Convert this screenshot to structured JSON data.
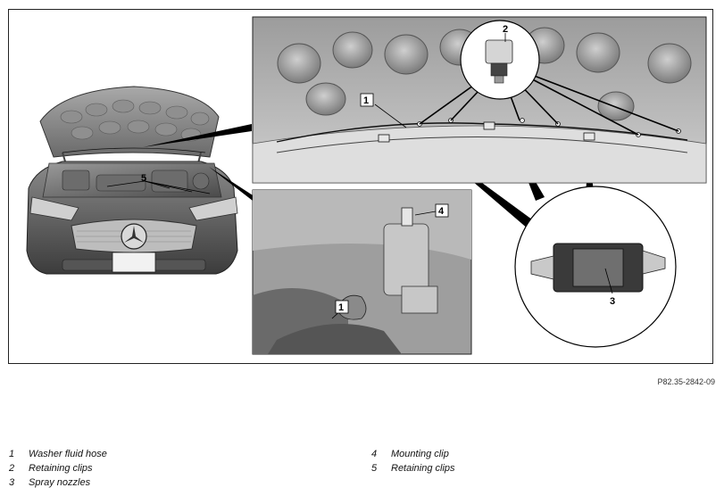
{
  "figure_ref": "P82.35-2842-09",
  "callouts": {
    "c1_top": "1",
    "c1_bottom": "1",
    "c2": "2",
    "c3": "3",
    "c4": "4",
    "c5": "5"
  },
  "legend": [
    {
      "num": "1",
      "text": "Washer fluid hose"
    },
    {
      "num": "2",
      "text": "Retaining clips"
    },
    {
      "num": "3",
      "text": "Spray nozzles"
    },
    {
      "num": "4",
      "text": "Mounting clip"
    },
    {
      "num": "5",
      "text": "Retaining clips"
    }
  ]
}
